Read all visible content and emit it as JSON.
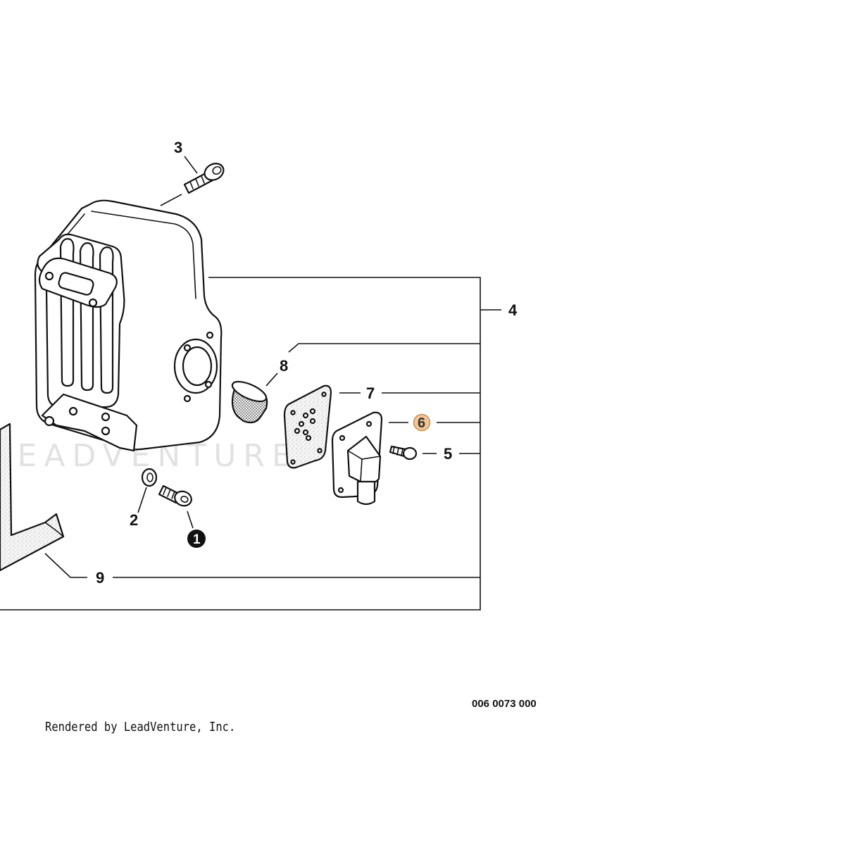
{
  "watermark": "LEADVENTURE",
  "callouts": {
    "p1": "1",
    "p2": "2",
    "p3": "3",
    "p4": "4",
    "p5": "5",
    "p6": "6",
    "p7": "7",
    "p8": "8",
    "p9": "9"
  },
  "highlight_color": "#f3c596",
  "diagram_number": "006 0073 000",
  "credit": "Rendered by LeadVenture, Inc."
}
